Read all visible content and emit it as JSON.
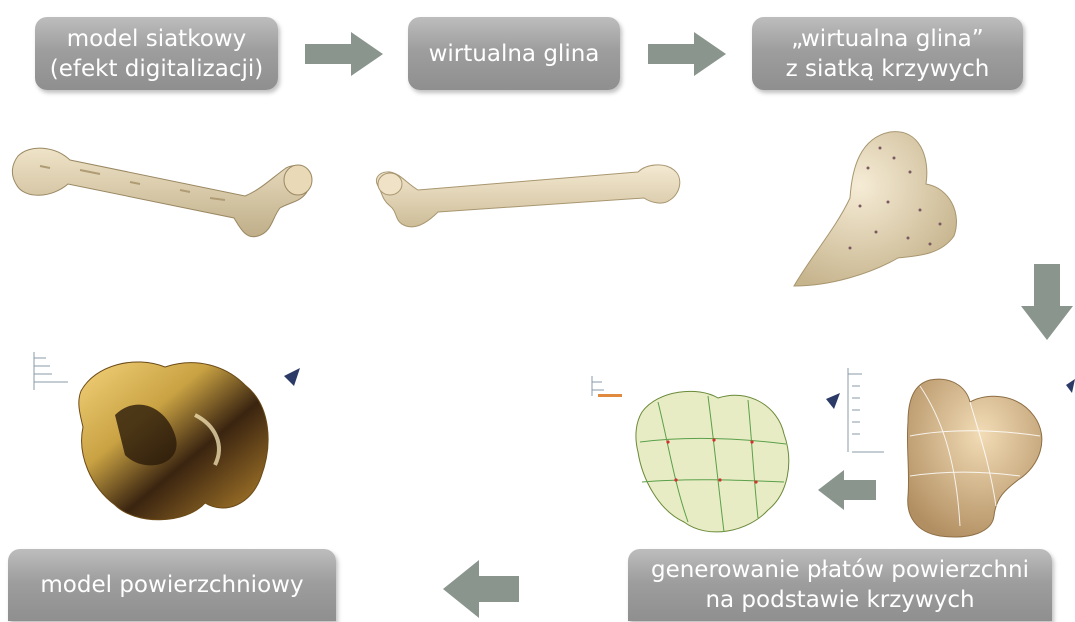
{
  "steps": {
    "mesh_model": "model siatkowy\n(efekt digitalizacji)",
    "virtual_clay": "wirtualna glina",
    "virtual_clay_curves": "„wirtualna glina”\nz siatką krzywych",
    "patch_generation": "generowanie płatów powierzchni\nna podstawie krzywych",
    "surface_model": "model powierzchniowy"
  },
  "colors": {
    "box": "#9e9e9e",
    "arrow": "#8a958e",
    "bone": "#e6d7b8",
    "bone_shadow": "#b9a883",
    "gold": "#c9a243"
  },
  "icons": [
    "arrow-right-icon",
    "arrow-down-icon",
    "arrow-left-icon"
  ]
}
